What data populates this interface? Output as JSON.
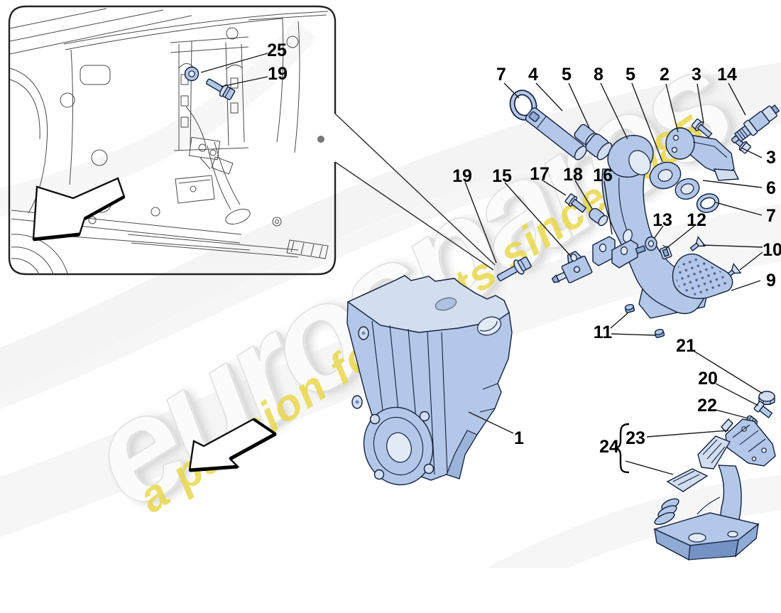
{
  "watermark": {
    "logo": "eurospares",
    "tagline": "a passion for parts since 1985"
  },
  "labels": [
    "7",
    "4",
    "5",
    "8",
    "5",
    "2",
    "3",
    "14",
    "3",
    "6",
    "7",
    "10",
    "9",
    "19",
    "15",
    "17",
    "18",
    "16",
    "13",
    "12",
    "11",
    "1",
    "21",
    "20",
    "22",
    "23",
    "24",
    "25",
    "19"
  ]
}
